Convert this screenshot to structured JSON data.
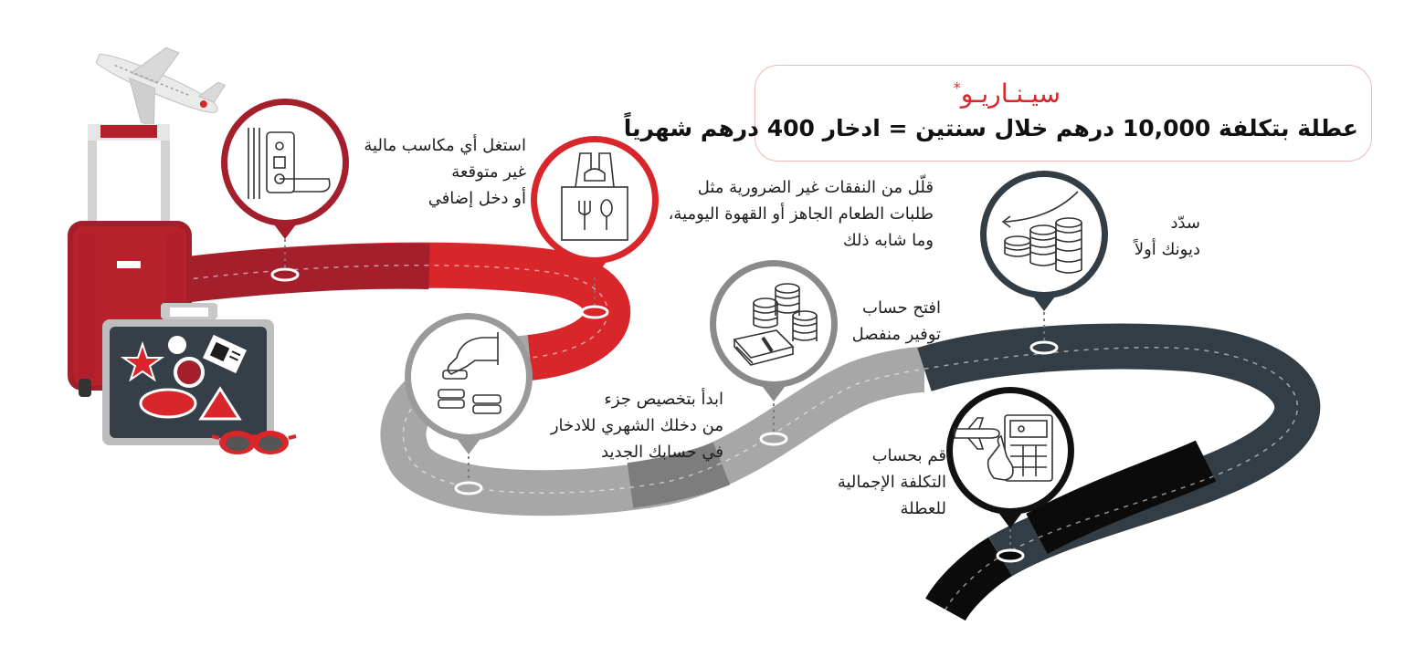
{
  "scenario": {
    "tag": "سيـنـاريـو",
    "tag_mark": "*",
    "headline": "عطلة بتكلفة 10,000 درهم خلال سنتين = ادخار 400 درهم شهرياً"
  },
  "steps": [
    {
      "id": "calculate",
      "icon": "calculator-airplane-icon",
      "lines": [
        "قم بحساب",
        "التكلفة الإجمالية",
        "للعطلة"
      ]
    },
    {
      "id": "pay-debts",
      "icon": "coin-stacks-arrow-icon",
      "lines": [
        "سدّد",
        "ديونك أولاً"
      ]
    },
    {
      "id": "open-account",
      "icon": "coins-banknotes-icon",
      "lines": [
        "افتح حساب",
        "توفير منفصل"
      ]
    },
    {
      "id": "allocate",
      "icon": "hand-coins-icon",
      "lines": [
        "ابدأ بتخصيص جزء",
        "من  دخلك الشهري للادخار",
        "في حسابك الجديد"
      ]
    },
    {
      "id": "reduce-expenses",
      "icon": "takeaway-bag-icon",
      "lines": [
        "قلّل من النفقات غير الضرورية مثل",
        "طلبات الطعام الجاهز أو القهوة اليومية،",
        "وما شابه ذلك"
      ]
    },
    {
      "id": "extra-income",
      "icon": "door-lock-icon",
      "lines": [
        "استغل أي مكاسب مالية",
        "غير متوقعة",
        "أو دخل إضافي"
      ]
    }
  ],
  "colors": {
    "red": "#d8262a",
    "dark_red": "#a31f2b",
    "grey": "#a7a7a7",
    "dark_grey": "#7d7d7d",
    "slate": "#333d45",
    "black": "#0b0b0b",
    "circle_grey": "#8a8a8a",
    "circle_slate": "#333d45"
  }
}
